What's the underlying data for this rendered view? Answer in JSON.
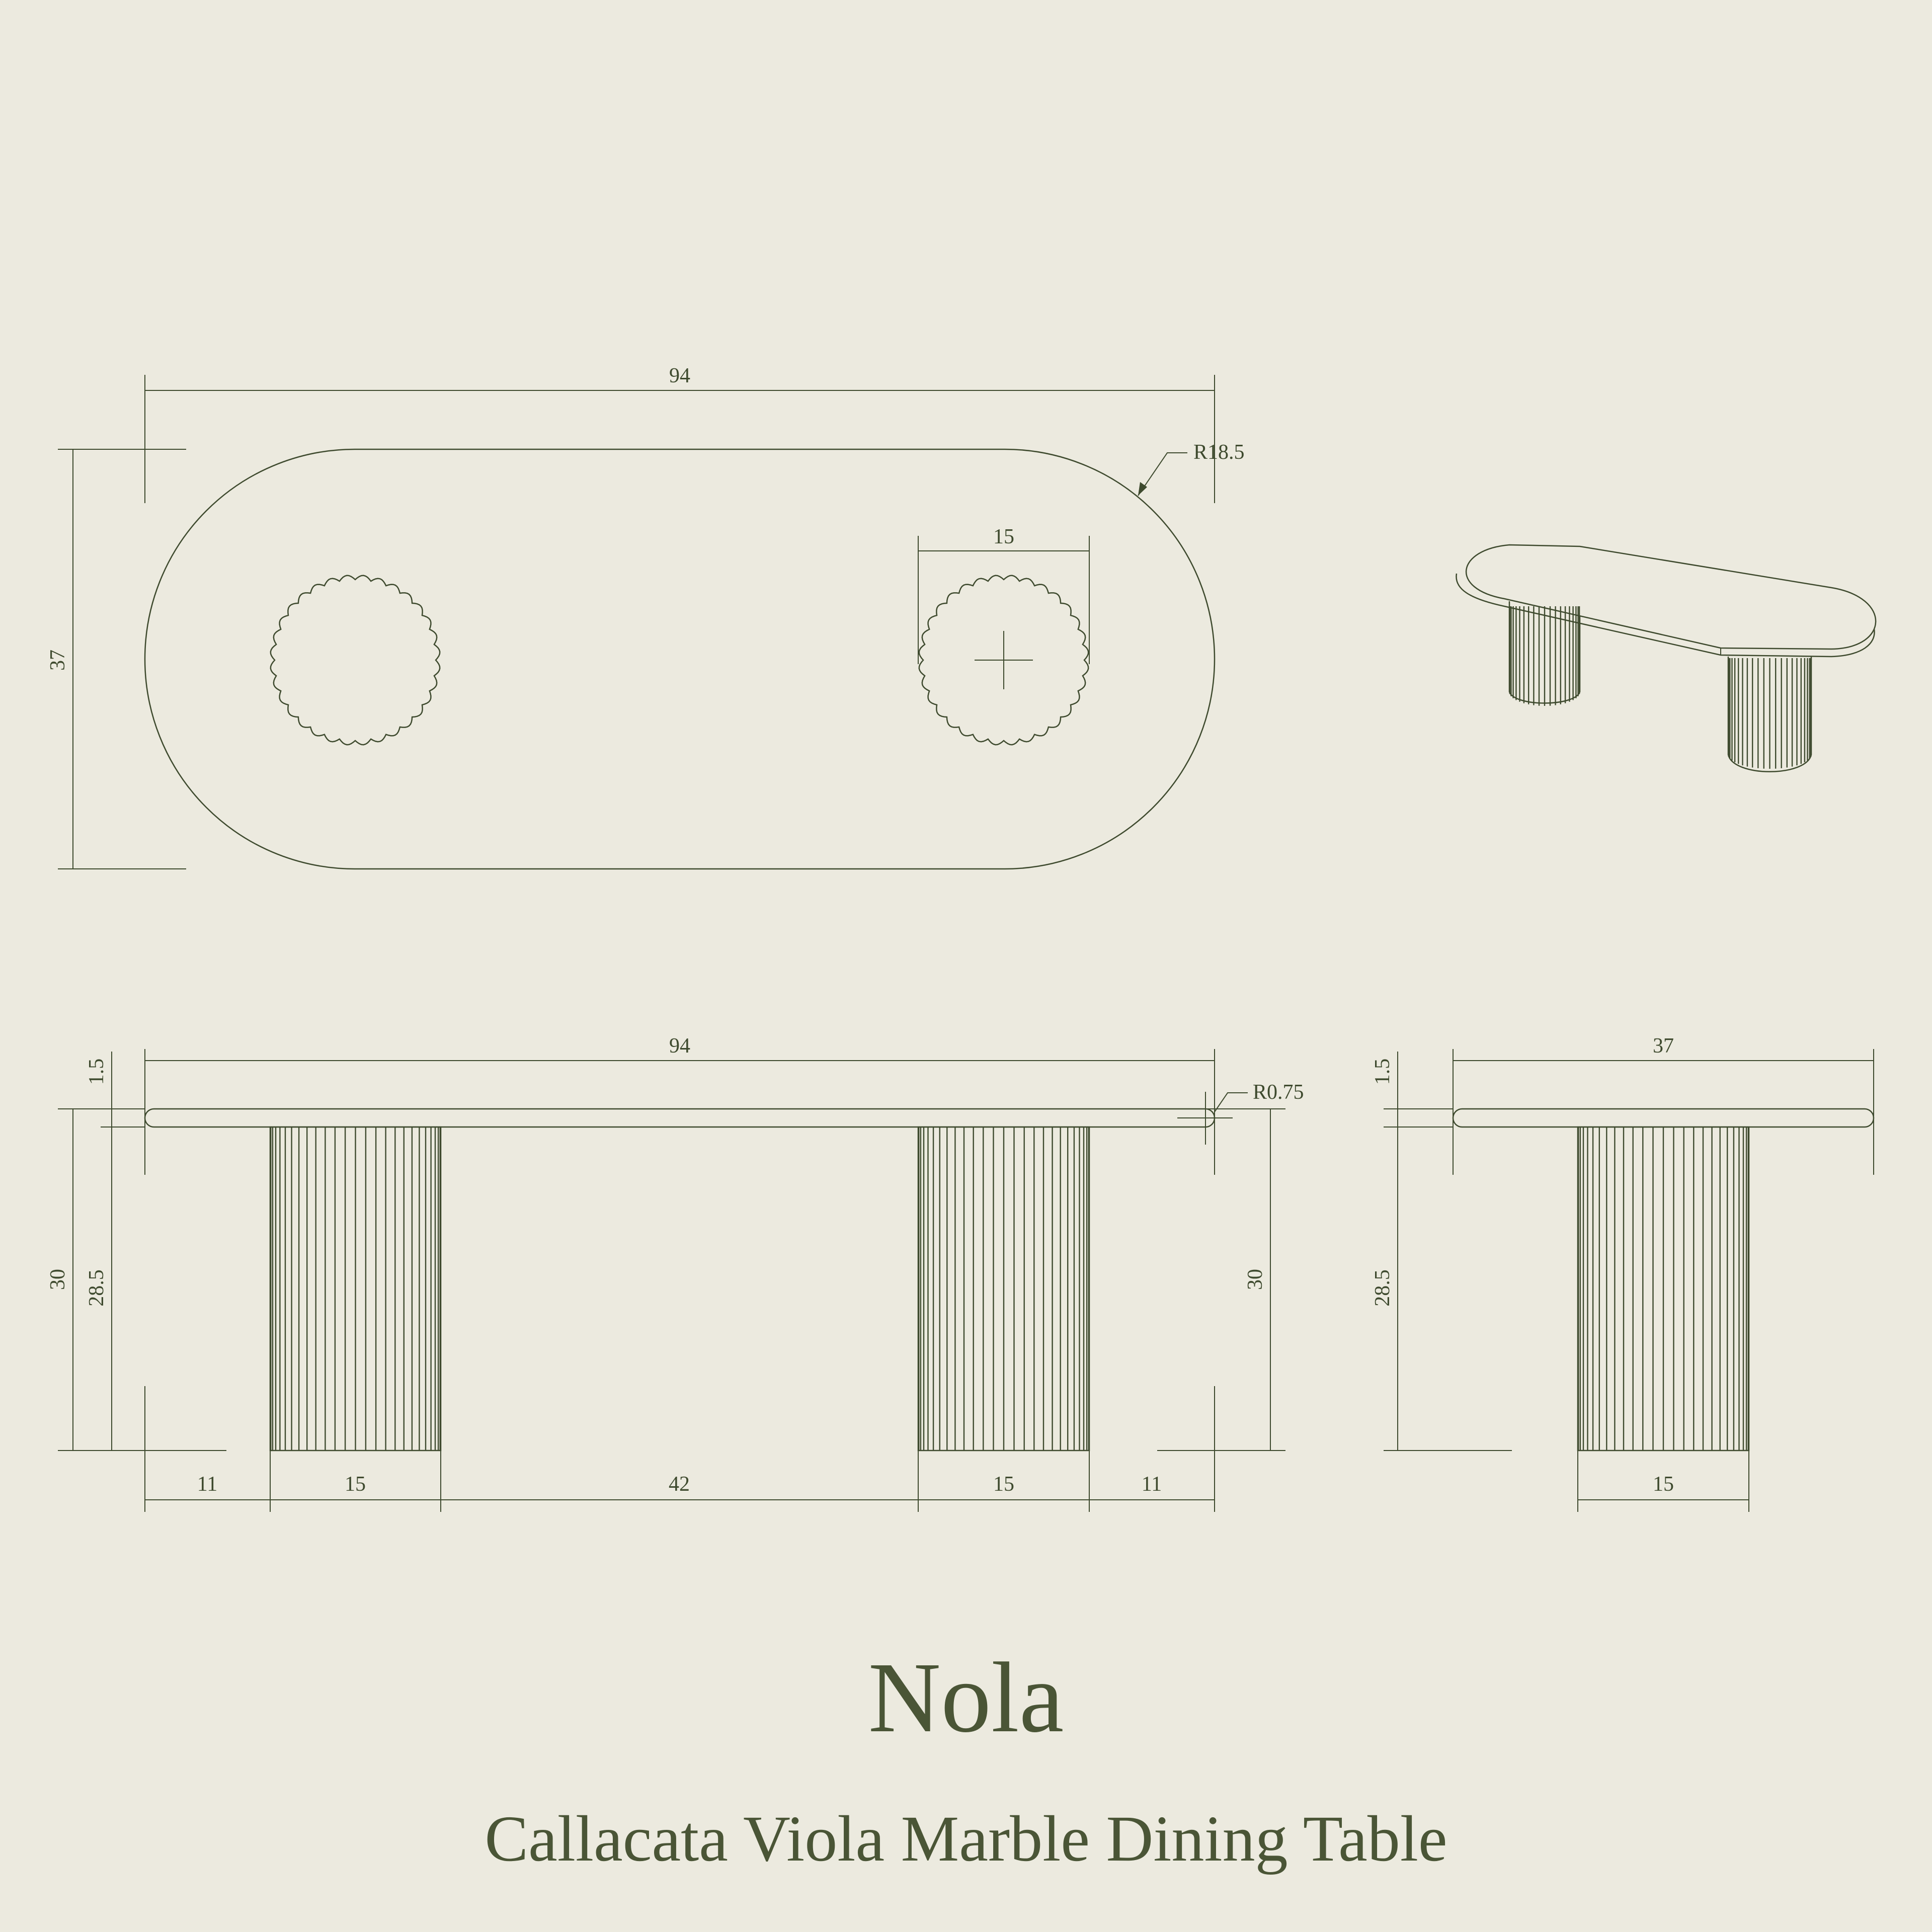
{
  "colors": {
    "background": "#ECEADF",
    "ink": "#3E4A2E",
    "title": "#4A5536"
  },
  "product": {
    "name": "Nola",
    "subtitle": "Callacata Viola Marble Dining Table"
  },
  "top_view": {
    "length": "94",
    "width": "37",
    "corner_radius": "R18.5",
    "leg_diameter": "15"
  },
  "front_view": {
    "length": "94",
    "top_thickness": "1.5",
    "edge_radius": "R0.75",
    "overall_height_left": "30",
    "leg_height": "28.5",
    "overall_height_right": "30",
    "bottom": [
      "11",
      "15",
      "42",
      "15",
      "11"
    ]
  },
  "side_view": {
    "width": "37",
    "top_thickness": "1.5",
    "leg_height": "28.5",
    "leg_diameter": "15"
  }
}
